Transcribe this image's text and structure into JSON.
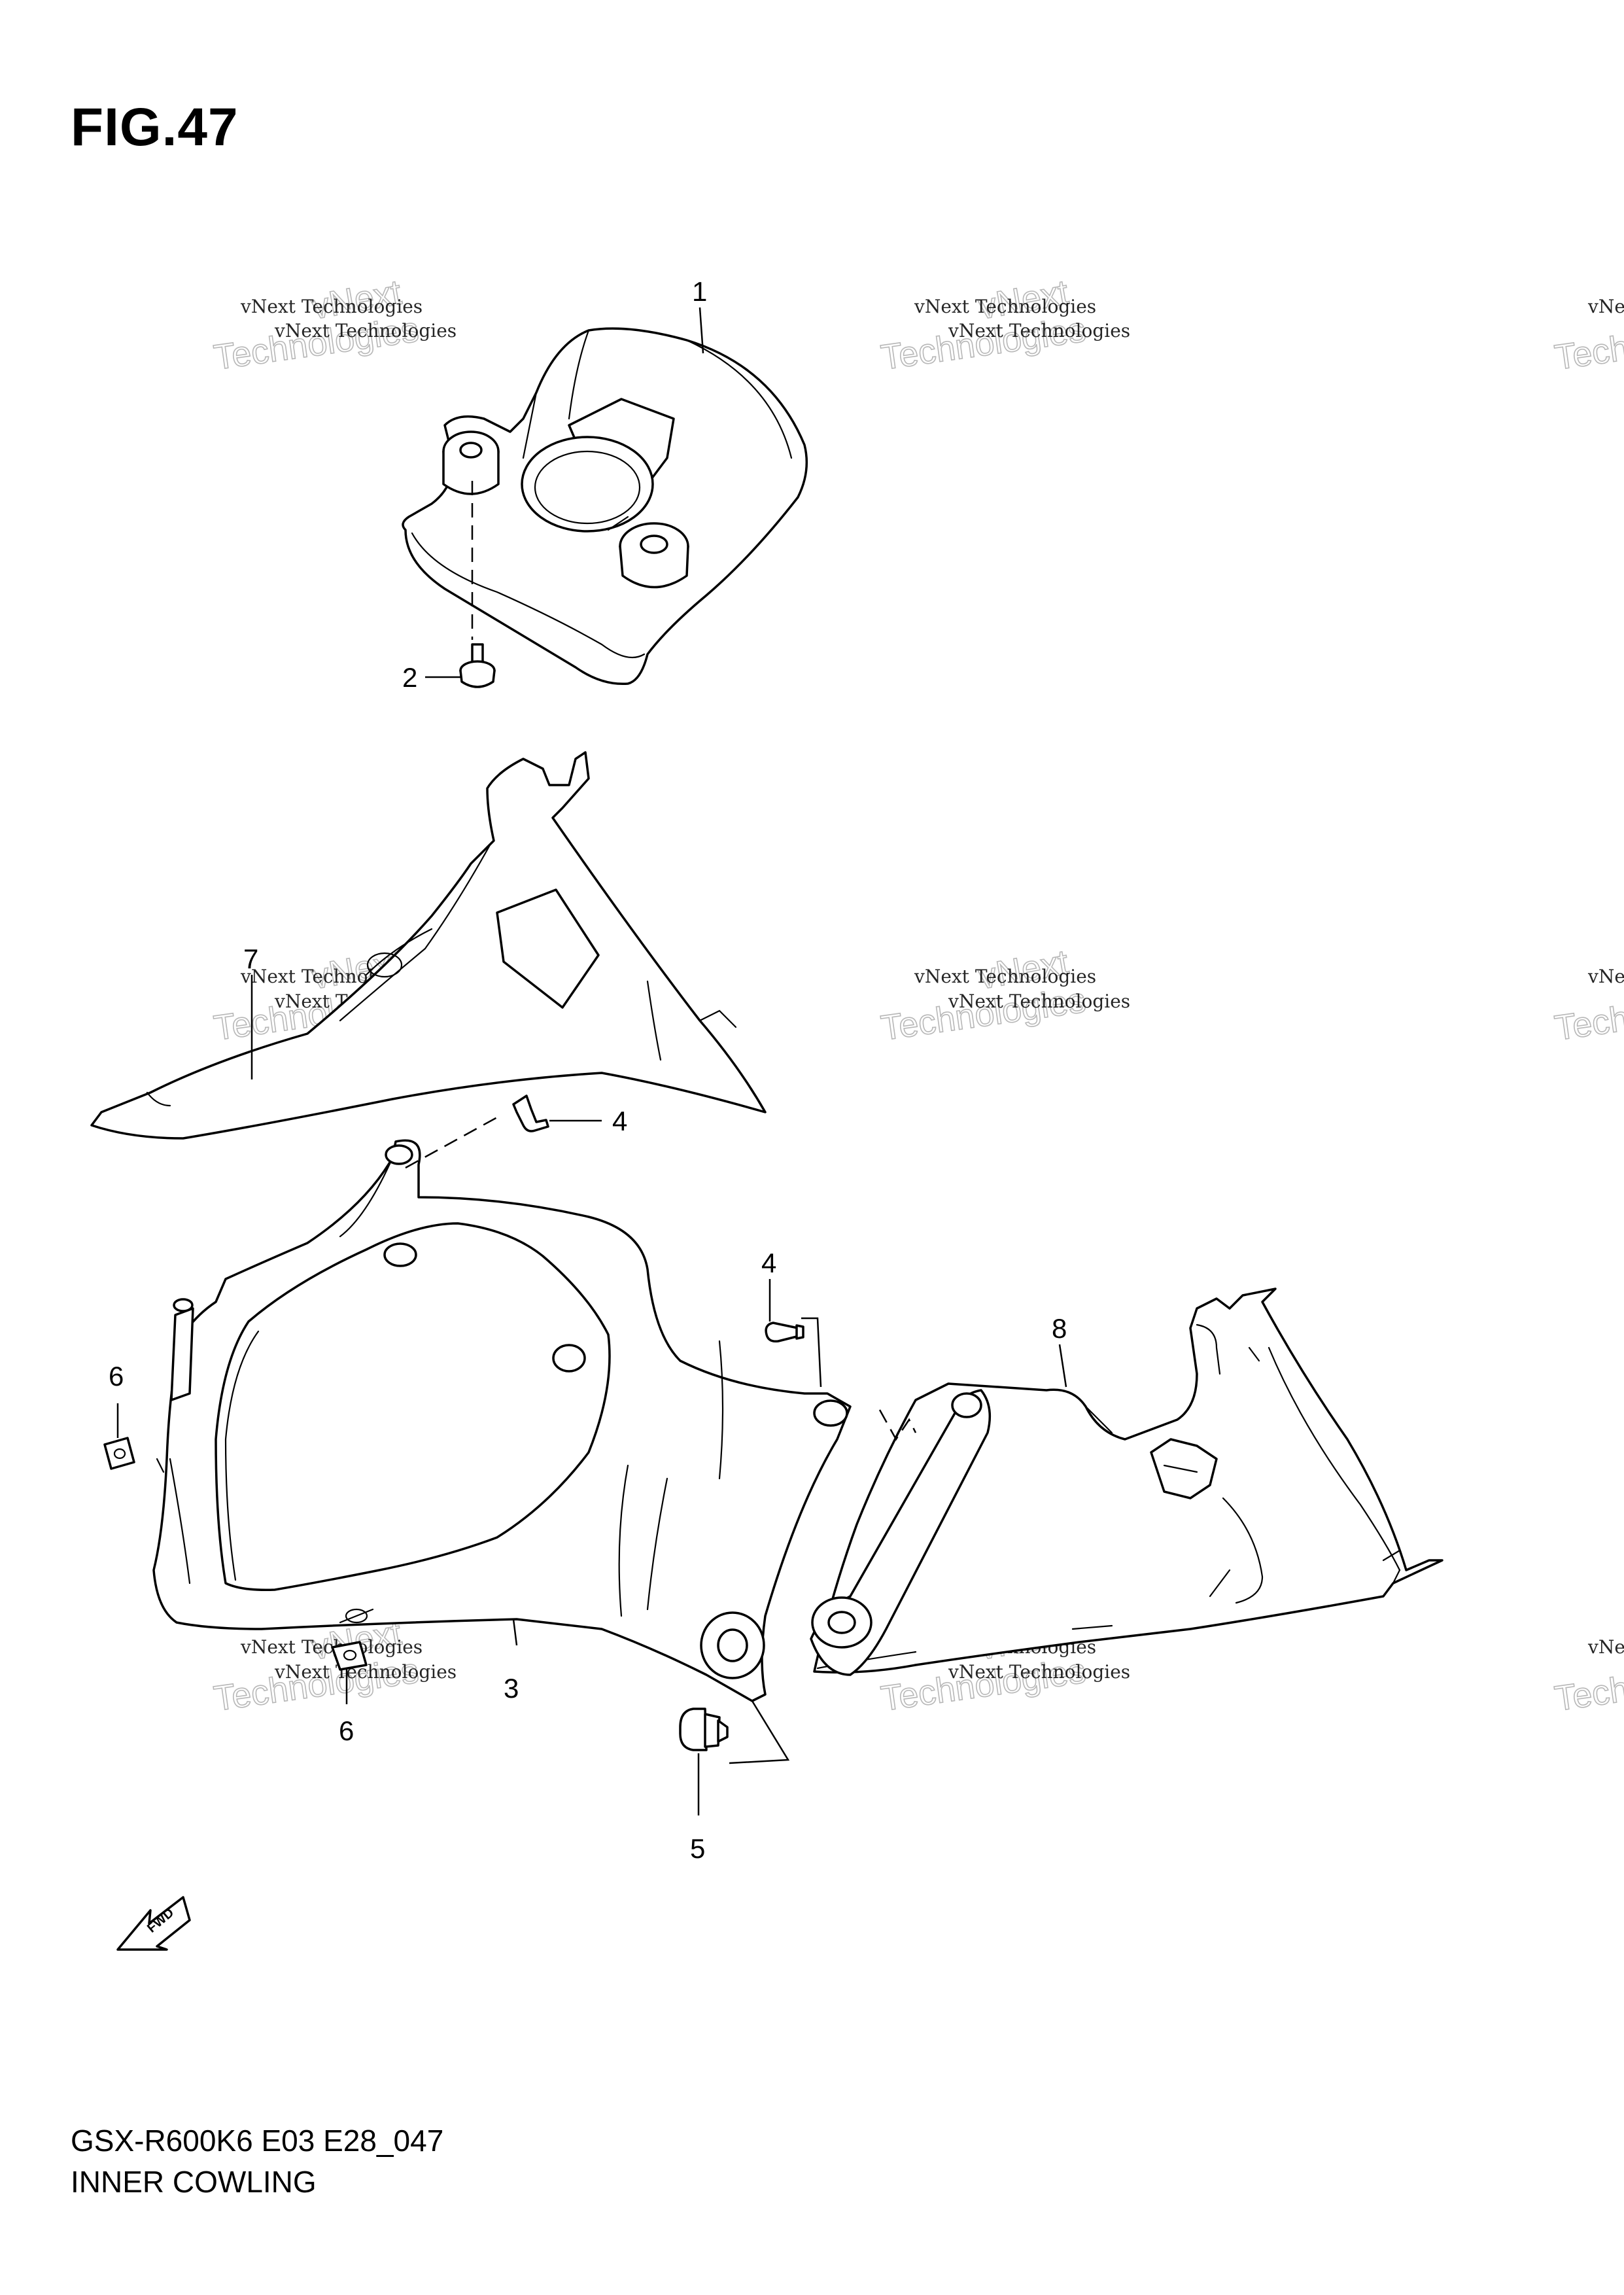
{
  "figure": {
    "title": "FIG.47",
    "model_code": "GSX-R600K6 E03 E28_047",
    "section_name": "INNER COWLING"
  },
  "callouts": [
    "1",
    "2",
    "3",
    "4",
    "4",
    "5",
    "6",
    "6",
    "7",
    "8"
  ],
  "watermark": {
    "line1": "vNext Technologies",
    "line2": "Technologies",
    "line3": "vNext"
  },
  "fwd_label": "FWD"
}
